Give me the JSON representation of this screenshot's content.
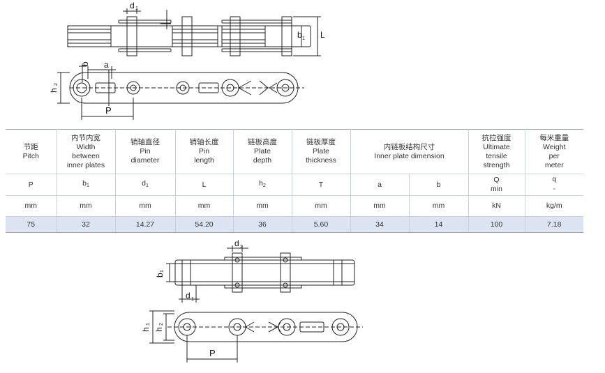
{
  "drawing1": {
    "labels": {
      "d1": "d",
      "d1_sub": "1",
      "b1": "b",
      "b1_sub": "1",
      "L": "L",
      "b": "b",
      "a": "a",
      "h2": "h",
      "h2_sub": "2",
      "P": "P"
    }
  },
  "table": {
    "columns": [
      {
        "zh": "节距",
        "en": [
          "Pitch"
        ],
        "sym": "P",
        "sym_sub": "",
        "unit": "mm",
        "value": "75"
      },
      {
        "zh": "内节内宽",
        "en": [
          "Width",
          "between",
          "inner plates"
        ],
        "sym": "b",
        "sym_sub": "1",
        "unit": "mm",
        "value": "32"
      },
      {
        "zh": "销轴直径",
        "en": [
          "Pin",
          "diameter"
        ],
        "sym": "d",
        "sym_sub": "1",
        "unit": "mm",
        "value": "14.27"
      },
      {
        "zh": "销轴长度",
        "en": [
          "Pin",
          "length"
        ],
        "sym": "L",
        "sym_sub": "",
        "unit": "mm",
        "value": "54.20"
      },
      {
        "zh": "链板高度",
        "en": [
          "Plate",
          "depth"
        ],
        "sym": "h",
        "sym_sub": "2",
        "unit": "mm",
        "value": "36"
      },
      {
        "zh": "链板厚度",
        "en": [
          "Plate",
          "thickness"
        ],
        "sym": "T",
        "sym_sub": "",
        "unit": "mm",
        "value": "5.60"
      }
    ],
    "inner_plate": {
      "zh": "内链板结构尺寸",
      "en": "Inner plate dimension",
      "sub": [
        {
          "sym": "a",
          "unit": "mm",
          "value": "34"
        },
        {
          "sym": "b",
          "unit": "mm",
          "value": "14"
        }
      ]
    },
    "strength": {
      "zh": "抗拉强度",
      "en": [
        "Ultimate",
        "tensile",
        "strength"
      ],
      "sym": "Q",
      "sym2": "min",
      "unit": "kN",
      "value": "100"
    },
    "weight": {
      "zh": "每米重量",
      "en": [
        "Weight",
        "per",
        "meter"
      ],
      "sym": "q",
      "sym2": "≈",
      "unit": "kg/m",
      "value": "7.18"
    }
  },
  "drawing2": {
    "labels": {
      "d2": "d",
      "d2_sub": "2",
      "b1": "b",
      "b1_sub": "1",
      "d1": "d",
      "d1_sub": "1",
      "h1": "h",
      "h1_sub": "1",
      "h2": "h",
      "h2_sub": "2",
      "P": "P"
    }
  }
}
